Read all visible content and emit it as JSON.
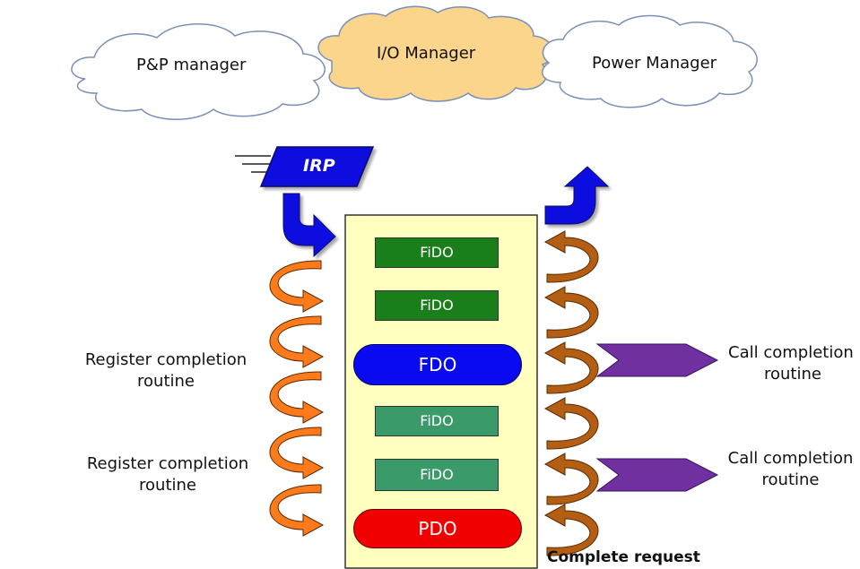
{
  "clouds": {
    "pnp": "P&P manager",
    "io": "I/O Manager",
    "power": "Power Manager"
  },
  "irp": {
    "label": "IRP"
  },
  "stack": [
    {
      "label": "FiDO",
      "color": "#1a7f1a"
    },
    {
      "label": "FiDO",
      "color": "#1a7f1a"
    },
    {
      "label": "FDO",
      "color": "#0a0af0"
    },
    {
      "label": "FiDO",
      "color": "#3a9a6a"
    },
    {
      "label": "FiDO",
      "color": "#3a9a6a"
    },
    {
      "label": "PDO",
      "color": "#f00000"
    }
  ],
  "left_labels": {
    "register1_l1": "Register completion",
    "register1_l2": "routine",
    "register2_l1": "Register completion",
    "register2_l2": "routine"
  },
  "right_labels": {
    "call1_l1": "Call completion",
    "call1_l2": "routine",
    "call2_l1": "Call completion",
    "call2_l2": "routine"
  },
  "bottom": {
    "complete": "Complete request"
  },
  "colors": {
    "io_cloud": "#fad58b",
    "stack_bg": "#ffffc0",
    "left_swirl": "#ff7a1a",
    "right_swirl": "#b35e12",
    "blue_arrow": "#0a10e0",
    "pentagon": "#7030a0"
  }
}
